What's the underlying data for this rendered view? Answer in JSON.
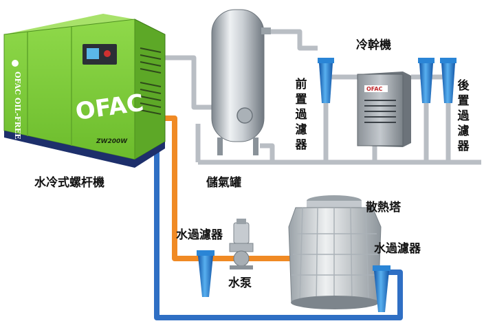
{
  "colors": {
    "compressor_green": "#7cc93a",
    "compressor_dark": "#1d2f6b",
    "pipe_gray": "#b9bec4",
    "pipe_orange": "#f08a24",
    "pipe_blue": "#2f6fc4",
    "filter_blue": "#2a85d6"
  },
  "compressor": {
    "brand": "OFAC",
    "side_text": "OFAC OIL-FREE",
    "model": "ZW200W",
    "label": "水冷式螺杆機"
  },
  "tank": {
    "label": "儲氣罐"
  },
  "pre_filter": {
    "label": "前置過濾器"
  },
  "dryer": {
    "label": "冷幹機",
    "brand": "OFAC"
  },
  "post_filter": {
    "label": "後置過濾器"
  },
  "cooling_tower": {
    "label": "散熱塔"
  },
  "water_filter_left": {
    "label": "水過濾器"
  },
  "water_filter_right": {
    "label": "水過濾器"
  },
  "pump": {
    "label": "水泵"
  }
}
